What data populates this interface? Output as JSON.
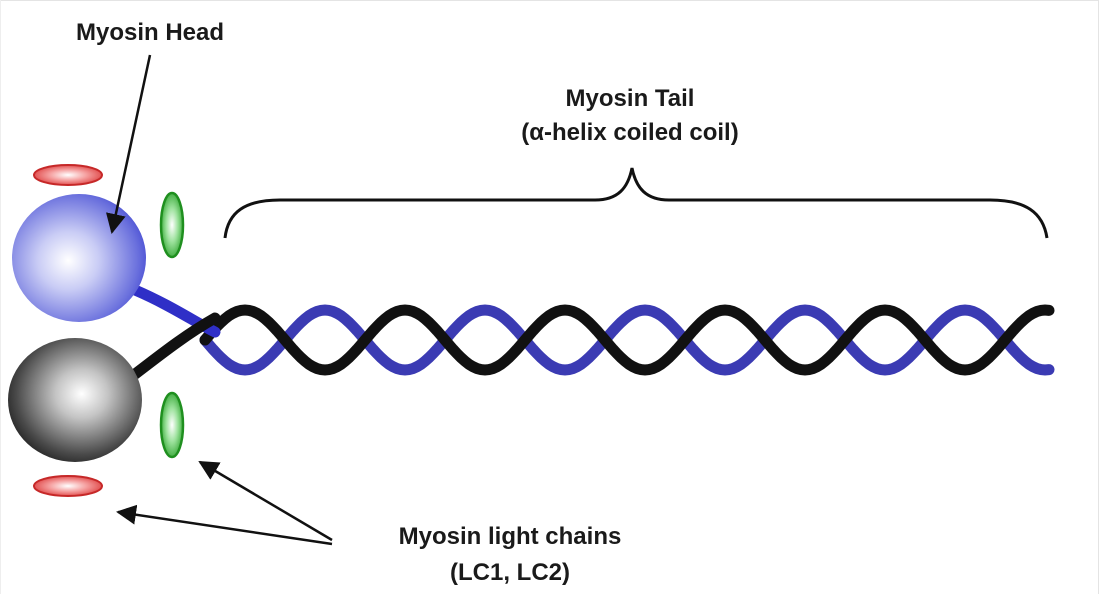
{
  "labels": {
    "head": "Myosin Head",
    "tail": "Myosin Tail",
    "tail_sub": "(α-helix coiled coil)",
    "light_chains": "Myosin light chains",
    "light_chains_sub": "(LC1, LC2)"
  },
  "colors": {
    "head_blue": "#3a3fcf",
    "head_blue_light": "#e2e4ff",
    "head_black": "#111111",
    "head_black_light": "#f2f2f2",
    "strand_blue": "#3b3bb3",
    "strand_black": "#111111",
    "light_chain_red": "#e03a3a",
    "light_chain_green": "#2aa52a"
  }
}
